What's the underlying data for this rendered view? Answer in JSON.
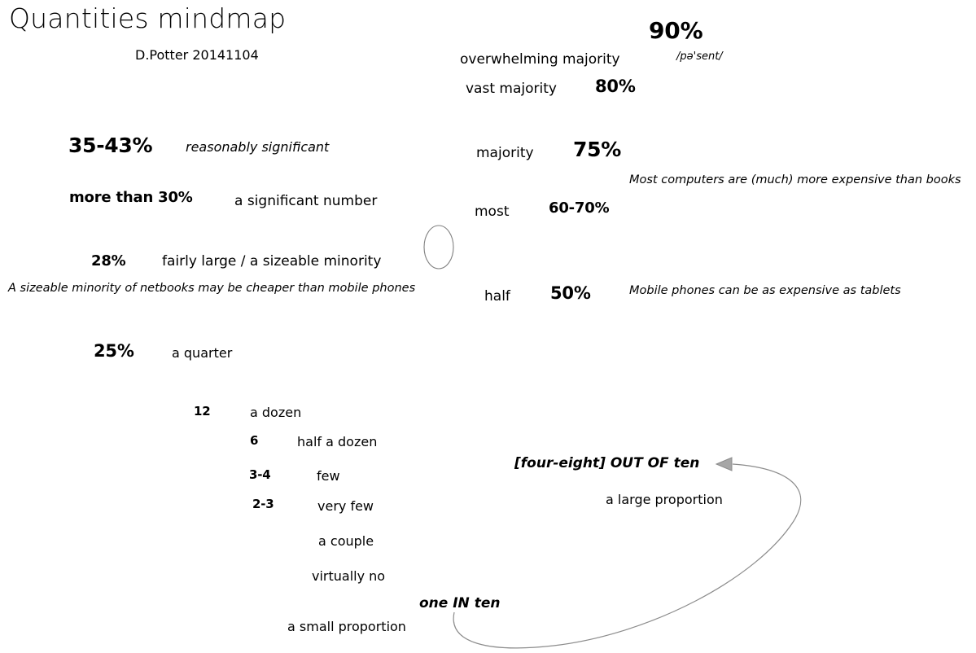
{
  "header": {
    "title": "Quantities mindmap",
    "subtitle": "D.Potter 20141104"
  },
  "scale": {
    "high": [
      {
        "value": "90%",
        "phonetic": "/pə'sent/",
        "label": "overwhelming majority"
      },
      {
        "value": "80%",
        "label": "vast majority"
      },
      {
        "value": "75%",
        "label": "majority"
      },
      {
        "value": "60-70%",
        "label": "most"
      },
      {
        "value": "50%",
        "label": "half"
      }
    ],
    "left": [
      {
        "value": "35-43%",
        "label": "reasonably significant"
      },
      {
        "value": "more than 30%",
        "label": "a significant number"
      },
      {
        "value": "28%",
        "label": "fairly large / a sizeable minority"
      },
      {
        "value": "25%",
        "label": "a quarter"
      }
    ],
    "counts": [
      {
        "value": "12",
        "label": "a dozen"
      },
      {
        "value": "6",
        "label": "half a dozen"
      },
      {
        "value": "3-4",
        "label": "few"
      },
      {
        "value": "2-3",
        "label": "very few"
      },
      {
        "value": "",
        "label": "a couple"
      },
      {
        "value": "",
        "label": "virtually no"
      }
    ],
    "proportions": [
      {
        "ratio": "[four-eight]  OUT OF ten",
        "label": "a large proportion"
      },
      {
        "ratio": "one IN ten",
        "label": "a small proportion"
      }
    ]
  },
  "examples": [
    "Most computers are (much) more expensive than books",
    "A sizeable minority of netbooks may be cheaper than mobile phones",
    "Mobile phones can be as expensive as tablets"
  ],
  "shapes": {
    "ellipse_name": "empty-ellipse-placeholder",
    "arrow_name": "curved-connector-arrow",
    "stroke_color": "#808080"
  }
}
